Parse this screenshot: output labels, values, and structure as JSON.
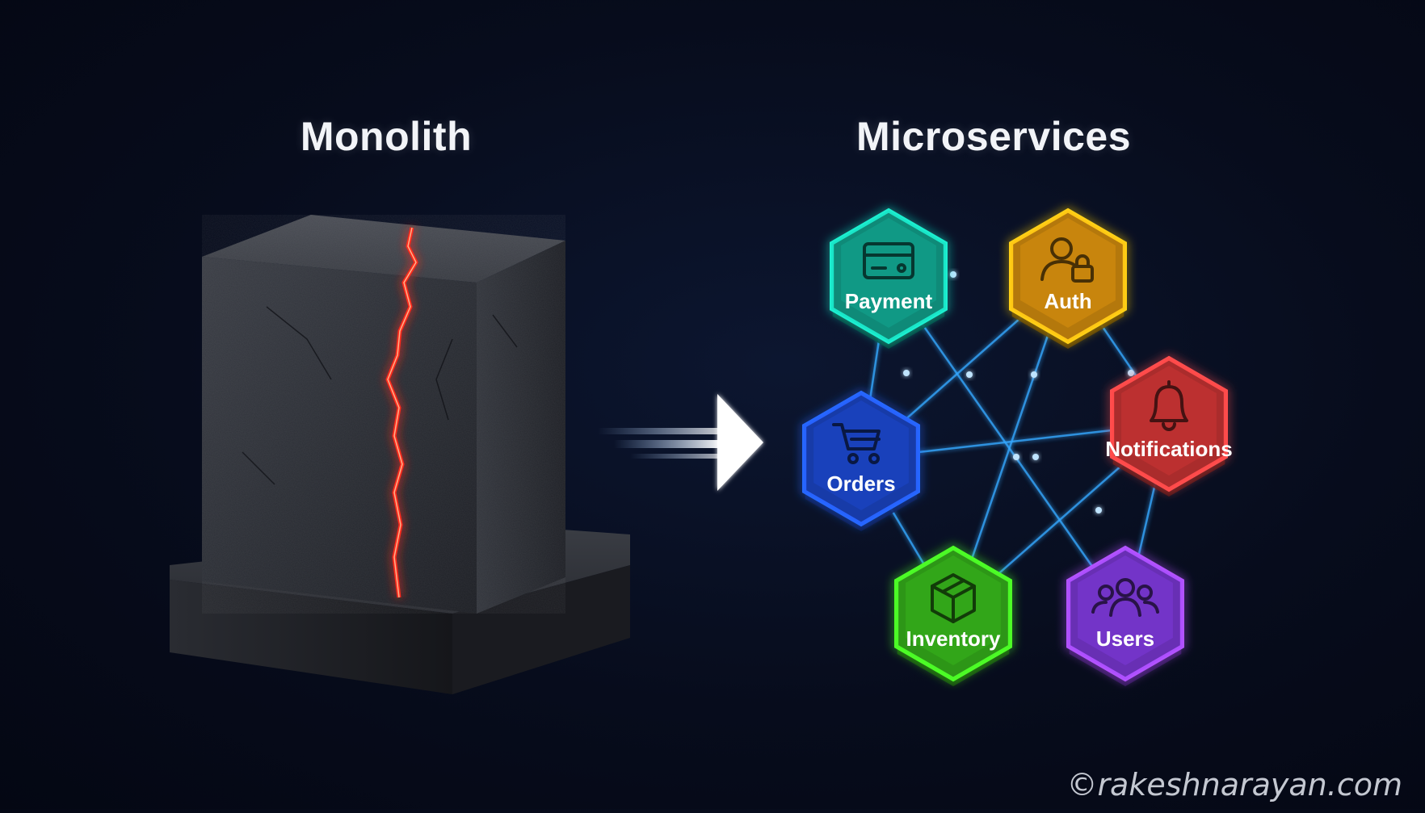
{
  "titles": {
    "monolith": "Monolith",
    "microservices": "Microservices"
  },
  "services": [
    {
      "id": "payment",
      "label": "Payment",
      "icon": "credit-card-icon",
      "color": "#14b8a0"
    },
    {
      "id": "auth",
      "label": "Auth",
      "icon": "user-lock-icon",
      "color": "#f0a010"
    },
    {
      "id": "notifications",
      "label": "Notifications",
      "icon": "bell-icon",
      "color": "#e23b3b"
    },
    {
      "id": "orders",
      "label": "Orders",
      "icon": "cart-icon",
      "color": "#1f4fe0"
    },
    {
      "id": "inventory",
      "label": "Inventory",
      "icon": "box-icon",
      "color": "#3cc81e"
    },
    {
      "id": "users",
      "label": "Users",
      "icon": "users-icon",
      "color": "#8a3ff0"
    }
  ],
  "connections": [
    [
      "payment",
      "auth"
    ],
    [
      "payment",
      "orders"
    ],
    [
      "payment",
      "users"
    ],
    [
      "auth",
      "notifications"
    ],
    [
      "auth",
      "orders"
    ],
    [
      "auth",
      "inventory"
    ],
    [
      "orders",
      "notifications"
    ],
    [
      "orders",
      "inventory"
    ],
    [
      "notifications",
      "users"
    ],
    [
      "notifications",
      "inventory"
    ],
    [
      "inventory",
      "users"
    ]
  ],
  "colors": {
    "link": "#35a8ff",
    "crack": "#ff2a1a",
    "arrow": "#ffffff"
  },
  "watermark": "©rakeshnarayan.com"
}
